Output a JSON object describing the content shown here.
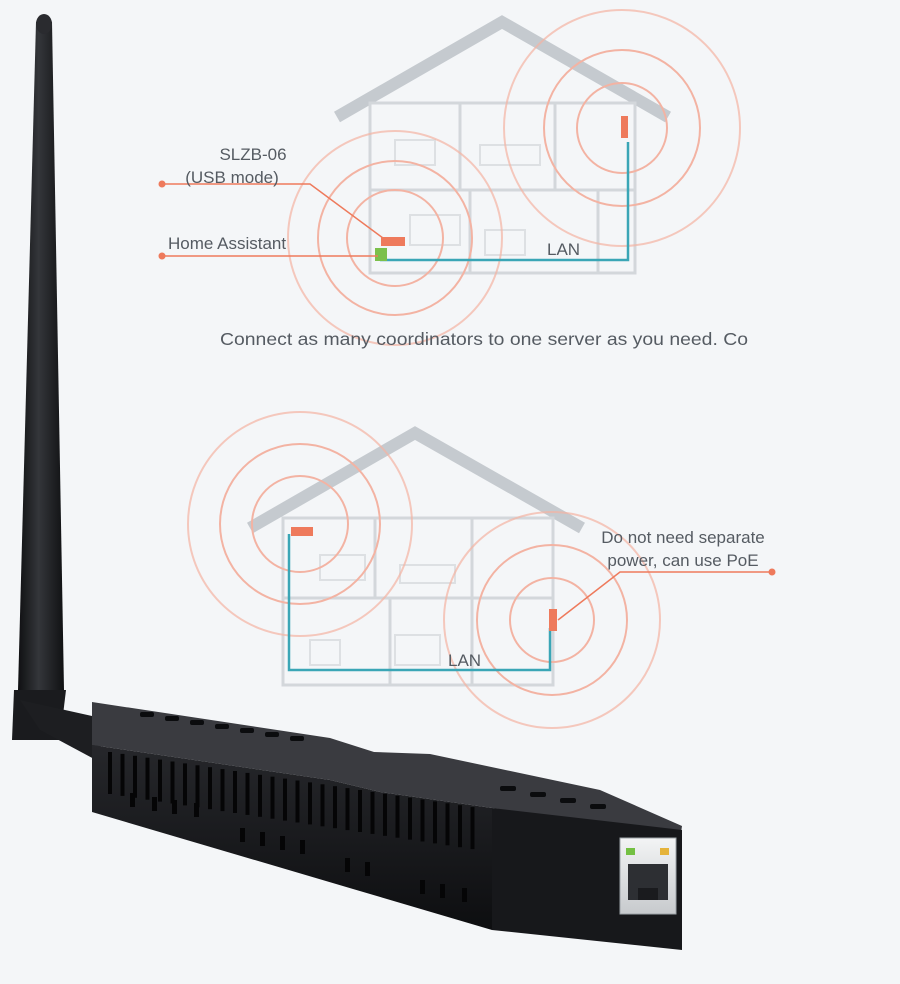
{
  "diagram_top": {
    "label_device": [
      "SLZB-06",
      "(USB mode)"
    ],
    "label_server": "Home Assistant",
    "label_network": "LAN"
  },
  "caption": "Connect as many coordinators to one server as you need. Co",
  "diagram_bottom": {
    "label_power": [
      "Do not need separate",
      "power, can use PoE"
    ],
    "label_network": "LAN"
  },
  "colors": {
    "accent": "#ee7a5c",
    "wave": "#f3b3a3",
    "lan_line": "#3aa6b6",
    "house_outline": "#a9afb6",
    "server_box": "#7cc04b",
    "device_body": "#141518",
    "antenna": "#1b1c1f",
    "background": "#f4f6f8"
  },
  "icons": {
    "antenna": "antenna-icon",
    "rj45_port": "ethernet-port-icon",
    "coordinator": "coordinator-icon",
    "server": "server-icon"
  }
}
